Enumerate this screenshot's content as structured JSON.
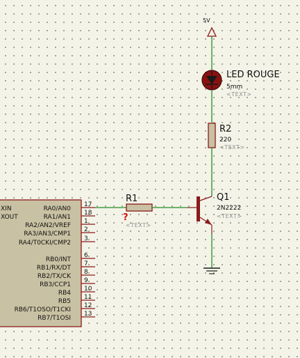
{
  "power": {
    "vcc_label": "5V"
  },
  "led": {
    "ref": "LED ROUGE",
    "value": "5mm",
    "text_placeholder": "<TEXT>"
  },
  "r2": {
    "ref": "R2",
    "value": "220",
    "text_placeholder": "<TEXT>"
  },
  "r1": {
    "ref": "R1",
    "flag": "?",
    "text_placeholder": "<TEXT>"
  },
  "q1": {
    "ref": "Q1",
    "value": "2N2222",
    "text_placeholder": "<TEXT>"
  },
  "mcu": {
    "left_pins": [
      "XIN",
      "XOUT"
    ],
    "pins": [
      {
        "name": "RA0/AN0",
        "num": "17"
      },
      {
        "name": "RA1/AN1",
        "num": "18"
      },
      {
        "name": "RA2/AN2/VREF",
        "num": "1"
      },
      {
        "name": "RA3/AN3/CMP1",
        "num": "2"
      },
      {
        "name": "RA4/T0CKI/CMP2",
        "num": "3"
      },
      {
        "name": "RB0/INT",
        "num": "6"
      },
      {
        "name": "RB1/RX/DT",
        "num": "7"
      },
      {
        "name": "RB2/TX/CK",
        "num": "8"
      },
      {
        "name": "RB3/CCP1",
        "num": "9"
      },
      {
        "name": "RB4",
        "num": "10"
      },
      {
        "name": "RB5",
        "num": "11"
      },
      {
        "name": "RB6/T1OSO/T1CKI",
        "num": "12"
      },
      {
        "name": "RB7/T1OSI",
        "num": "13"
      }
    ]
  },
  "colors": {
    "wire": "#1f8f1f",
    "component": "#8b1a1a",
    "ic_body": "#c9c1a3",
    "resistor_body": "#c9c1a3"
  }
}
